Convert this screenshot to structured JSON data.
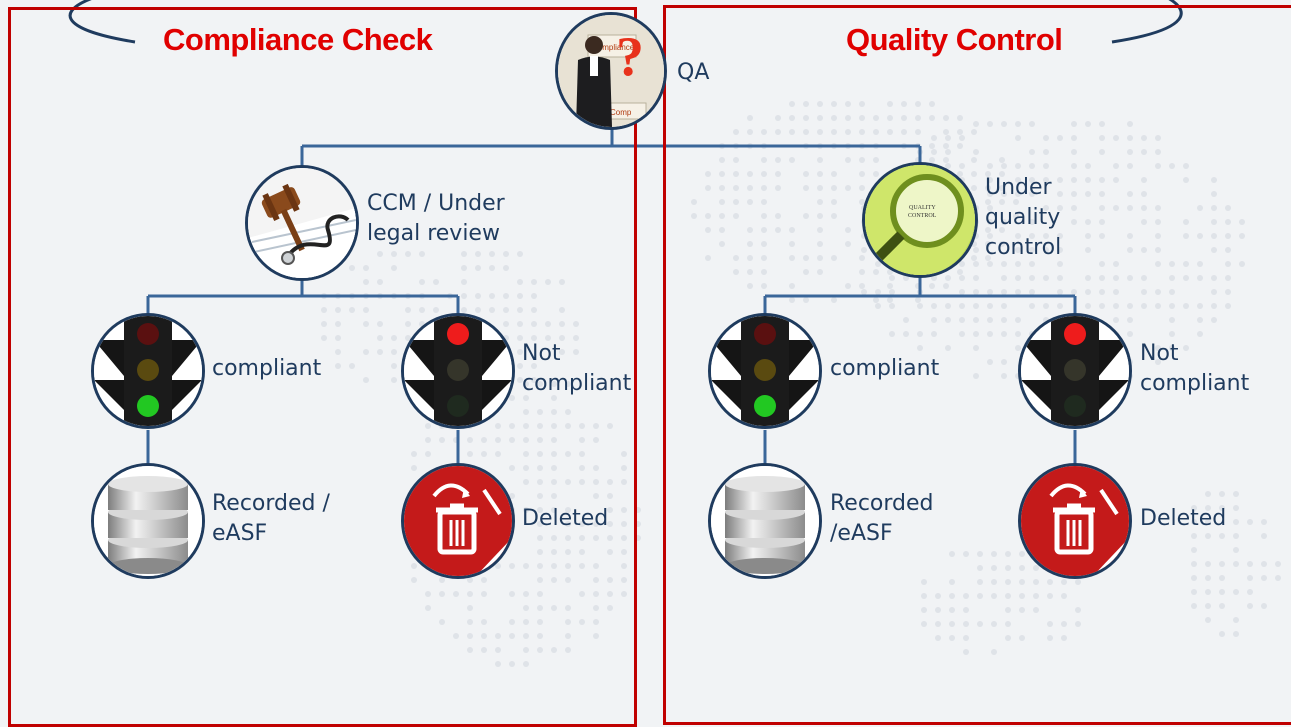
{
  "panels": {
    "left_title": "Compliance Check",
    "right_title": "Quality Control"
  },
  "root": {
    "label": "QA"
  },
  "left": {
    "review_label": "CCM / Under\nlegal review",
    "compliant_label": "compliant",
    "not_compliant_label": "Not\ncompliant",
    "recorded_label": "Recorded /\neASF",
    "deleted_label": "Deleted"
  },
  "right": {
    "review_label": "Under\nquality\ncontrol",
    "compliant_label": "compliant",
    "not_compliant_label": "Not\ncompliant",
    "recorded_label": "Recorded\n/eASF",
    "deleted_label": "Deleted"
  },
  "icon_text": {
    "qa_sign_1": "Compliance",
    "qa_sign_2": "Comp",
    "quality_lens": "QUALITY CONTROL"
  },
  "colors": {
    "accent_red": "#e00000",
    "border_red": "#c00000",
    "line_blue": "#3a6699",
    "node_border": "#1f3b5e"
  }
}
